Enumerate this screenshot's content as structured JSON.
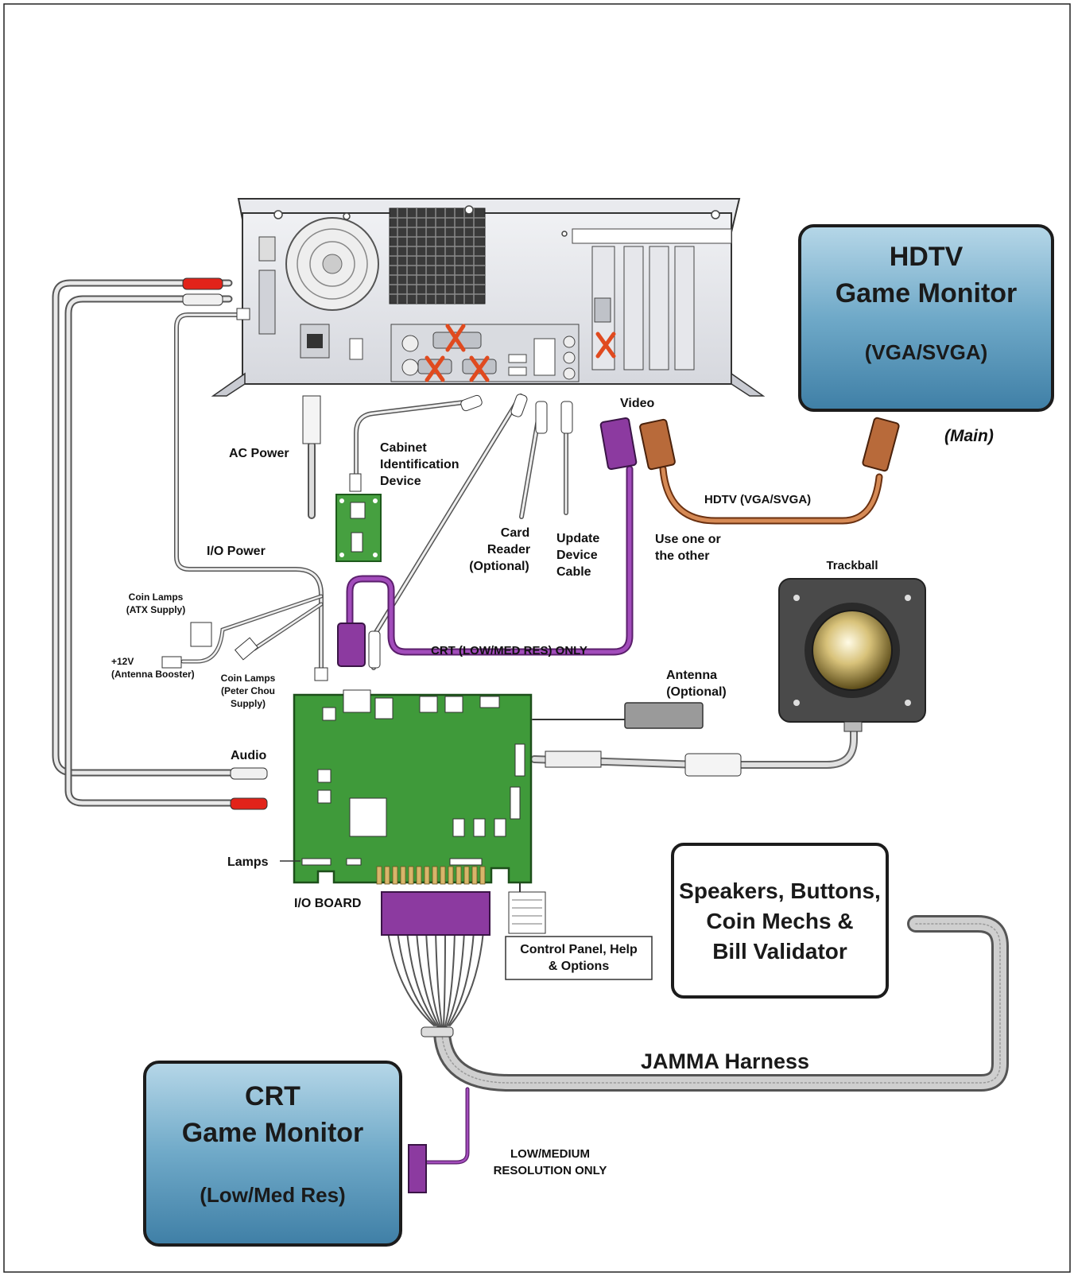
{
  "monitors": {
    "hdtv": {
      "line1": "HDTV",
      "line2": "Game Monitor",
      "line3": "(VGA/SVGA)",
      "tag": "(Main)"
    },
    "crt": {
      "line1": "CRT",
      "line2": "Game Monitor",
      "line3": "(Low/Med Res)"
    }
  },
  "peripherals_box": {
    "line1": "Speakers, Buttons,",
    "line2": "Coin Mechs &",
    "line3": "Bill Validator"
  },
  "control_panel_box": {
    "line1": "Control Panel, Help",
    "line2": "& Options"
  },
  "labels": {
    "video": "Video",
    "ac_power": "AC Power",
    "cabinet_id_1": "Cabinet",
    "cabinet_id_2": "Identification",
    "cabinet_id_3": "Device",
    "hdtv_cable": "HDTV (VGA/SVGA)",
    "card_reader_1": "Card",
    "card_reader_2": "Reader",
    "card_reader_3": "(Optional)",
    "update_device_1": "Update",
    "update_device_2": "Device",
    "update_device_3": "Cable",
    "use_one_1": "Use one or",
    "use_one_2": "the other",
    "io_power": "I/O Power",
    "trackball": "Trackball",
    "coin_lamps_atx_1": "Coin Lamps",
    "coin_lamps_atx_2": "(ATX Supply)",
    "plus12v_1": "+12V",
    "plus12v_2": "(Antenna Booster)",
    "coin_lamps_pc_1": "Coin Lamps",
    "coin_lamps_pc_2": "(Peter Chou",
    "coin_lamps_pc_3": "Supply)",
    "crt_only": "CRT (LOW/MED RES) ONLY",
    "antenna_1": "Antenna",
    "antenna_2": "(Optional)",
    "audio": "Audio",
    "lamps": "Lamps",
    "io_board": "I/O BOARD",
    "jamma": "JAMMA Harness",
    "lowmed_1": "LOW/MEDIUM",
    "lowmed_2": "RESOLUTION ONLY"
  },
  "colors": {
    "monitor_blue": "#5f9fbf",
    "board_green": "#3f9a3a",
    "purple_cable": "#8c3aa0",
    "copper_cable": "#b86a3a",
    "x_mark": "#e04a1f"
  }
}
